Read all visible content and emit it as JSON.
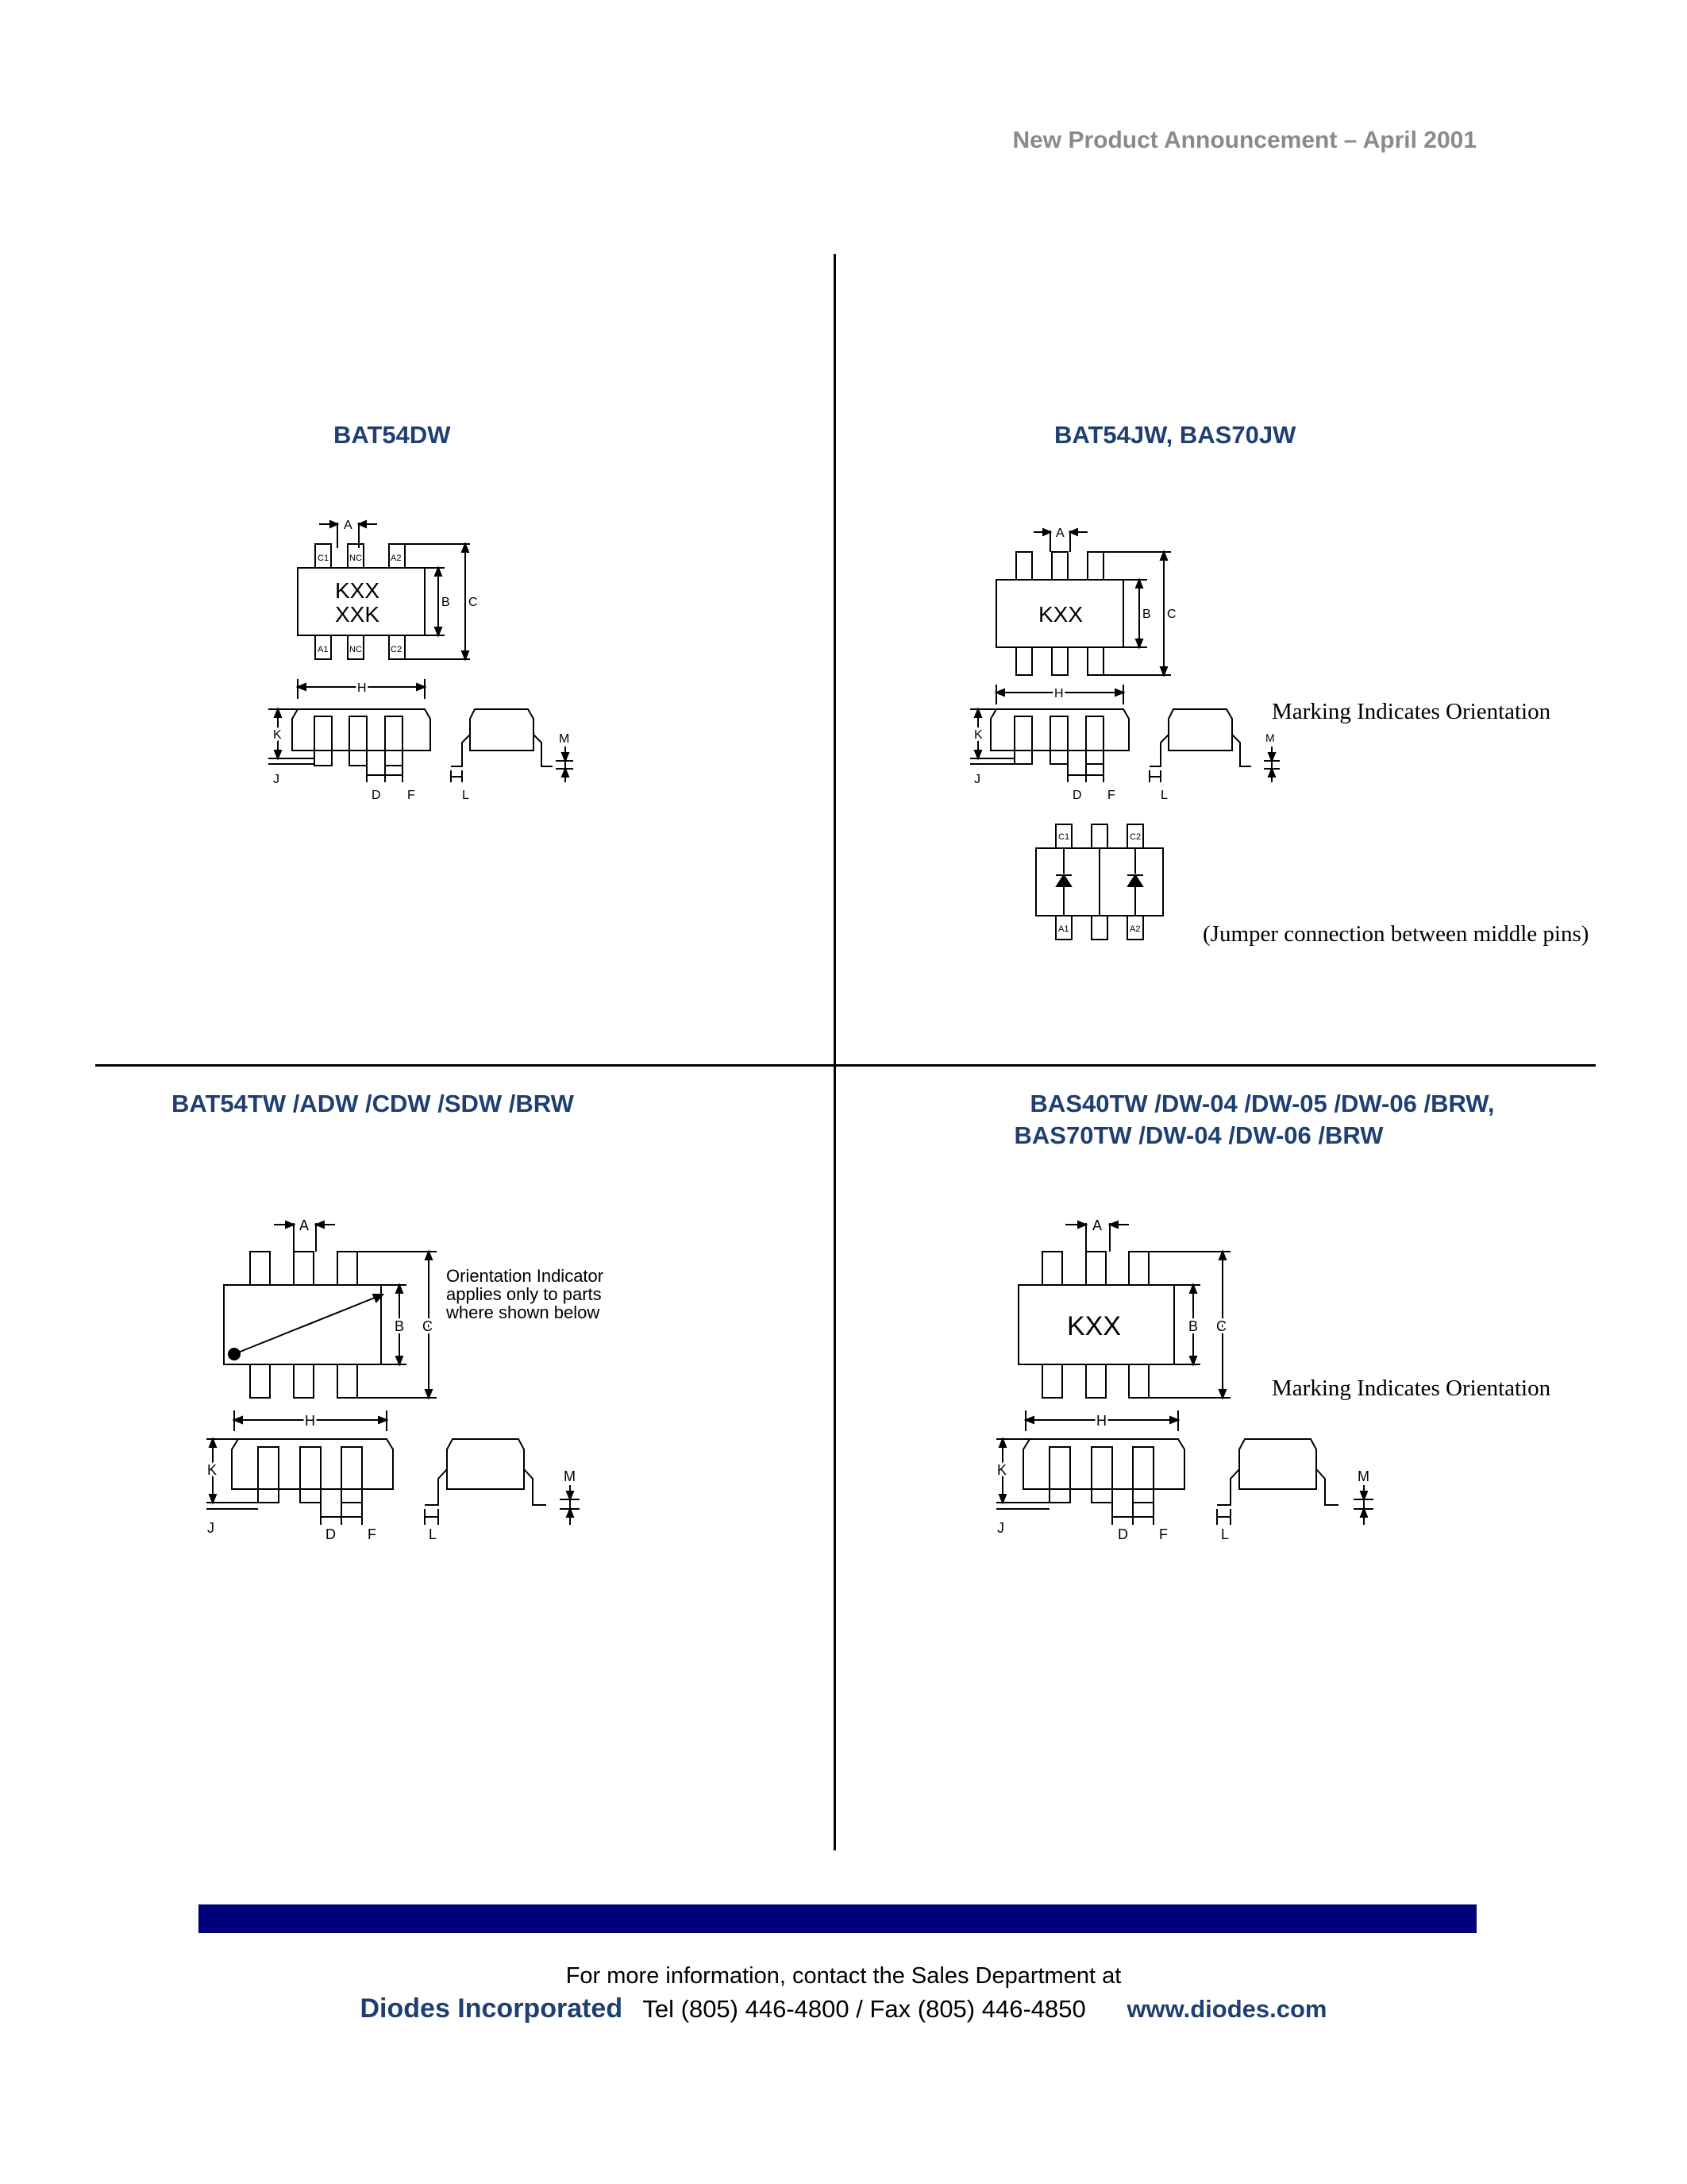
{
  "header": {
    "announcement": "New Product Announcement – April 2001"
  },
  "quadrants": {
    "top_left": {
      "title": "BAT54DW",
      "marking_lines": [
        "KXX",
        "XXK"
      ],
      "pin_labels_top": [
        "C1",
        "NC",
        "A2"
      ],
      "pin_labels_bottom": [
        "A1",
        "NC",
        "C2"
      ]
    },
    "top_right": {
      "title": "BAT54JW, BAS70JW",
      "marking": "KXX",
      "note": "Marking Indicates Orientation",
      "schematic_note": "(Jumper connection between middle pins)",
      "schematic_pins_top": [
        "C1",
        "C2"
      ],
      "schematic_pins_bottom": [
        "A1",
        "A2"
      ]
    },
    "bottom_left": {
      "title": "BAT54TW /ADW /CDW /SDW /BRW",
      "orientation_note": [
        "Orientation Indicator",
        "applies only to parts",
        "where shown below"
      ]
    },
    "bottom_right": {
      "title_line1": "BAS40TW /DW-04 /DW-05 /DW-06 /BRW,",
      "title_line2": "BAS70TW /DW-04 /DW-06 /BRW",
      "marking": "KXX",
      "note": "Marking Indicates Orientation"
    }
  },
  "dimension_labels": {
    "A": "A",
    "B": "B",
    "C": "C",
    "H": "H",
    "K": "K",
    "J": "J",
    "D": "D",
    "F": "F",
    "L": "L",
    "M": "M"
  },
  "footer": {
    "line1": "For more information, contact the Sales Department at",
    "company": "Diodes Incorporated",
    "phone": "Tel (805) 446-4800 / Fax (805) 446-4850",
    "website": "www.diodes.com"
  },
  "colors": {
    "title": "#1f3f73",
    "bar": "#00007a",
    "header_gray": "#8a8a8a"
  }
}
